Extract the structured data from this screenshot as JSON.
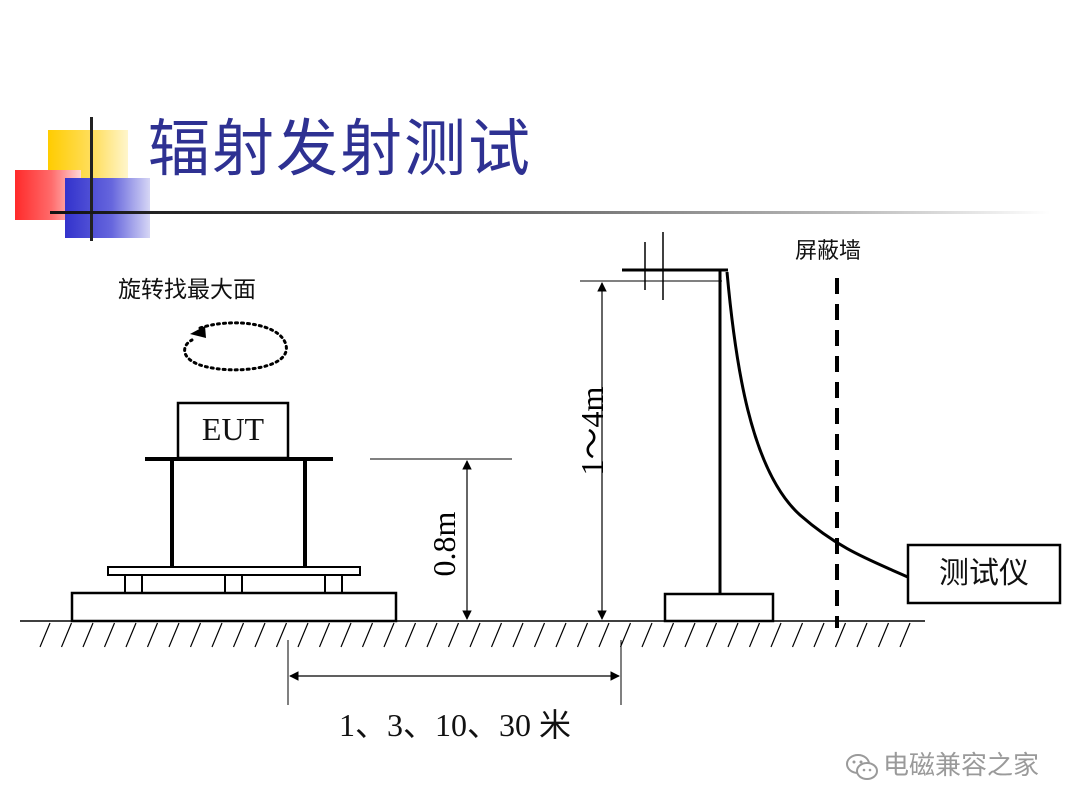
{
  "slide": {
    "title": "辐射发射测试"
  },
  "diagram": {
    "rotate_label": "旋转找最大面",
    "eut_label": "EUT",
    "height_label": "0.8m",
    "antenna_height_label": "1～4m",
    "shield_wall_label": "屏蔽墙",
    "instrument_label": "测试仪",
    "distance_label": "1、3、10、30 米"
  },
  "watermark": {
    "text": "电磁兼容之家",
    "icon": "wechat-icon"
  },
  "colors": {
    "title": "#2e3192",
    "deco_yellow": "#ffcc00",
    "deco_red": "#ff3333",
    "deco_blue": "#3333cc"
  }
}
